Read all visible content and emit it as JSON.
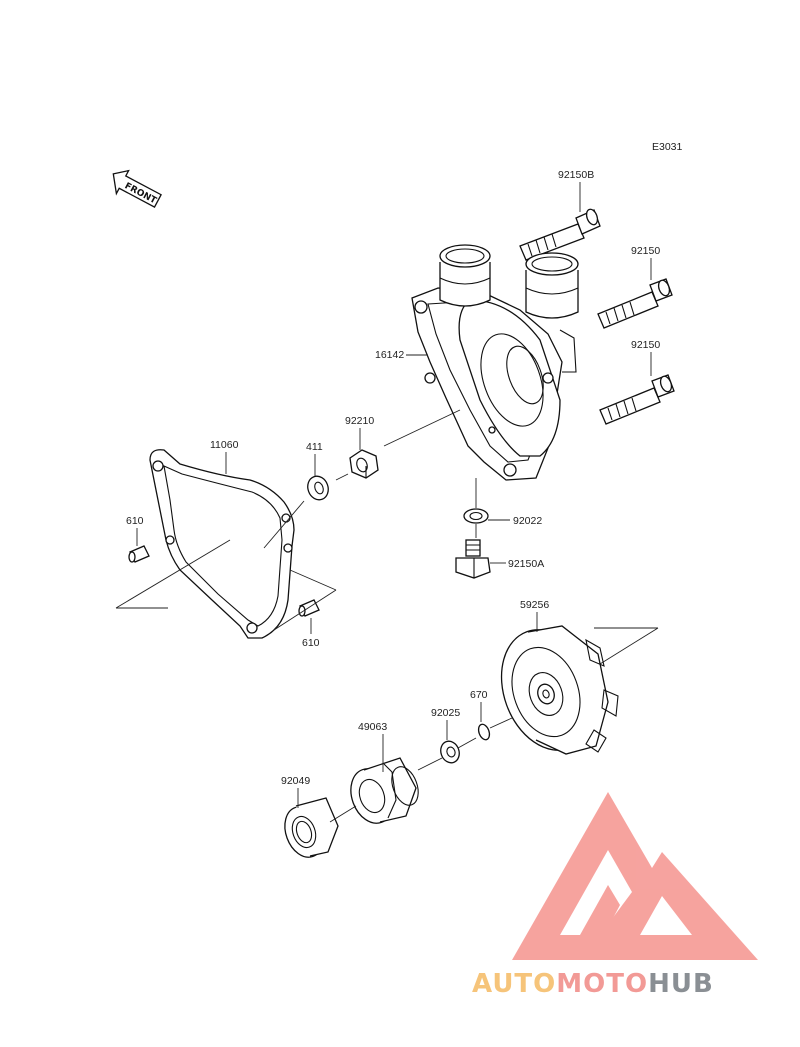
{
  "diagram_code": "E3031",
  "front_label": "FRONT",
  "part_labels": {
    "p92150b": "92150B",
    "p92150_upper": "92150",
    "p92150_lower": "92150",
    "p16142": "16142",
    "p11060": "11060",
    "p411": "411",
    "p92210": "92210",
    "p610_left": "610",
    "p610_lower": "610",
    "p92022": "92022",
    "p92150a": "92150A",
    "p59256": "59256",
    "p670": "670",
    "p92025": "92025",
    "p49063": "49063",
    "p92049": "92049"
  },
  "watermark": {
    "part1": "AUTO",
    "part2": "MOTO",
    "part3": "HUB",
    "color_auto": "#f6c47a",
    "color_moto": "#f29a96",
    "color_hub": "#8a8f94",
    "logo_color": "#f5938e"
  }
}
